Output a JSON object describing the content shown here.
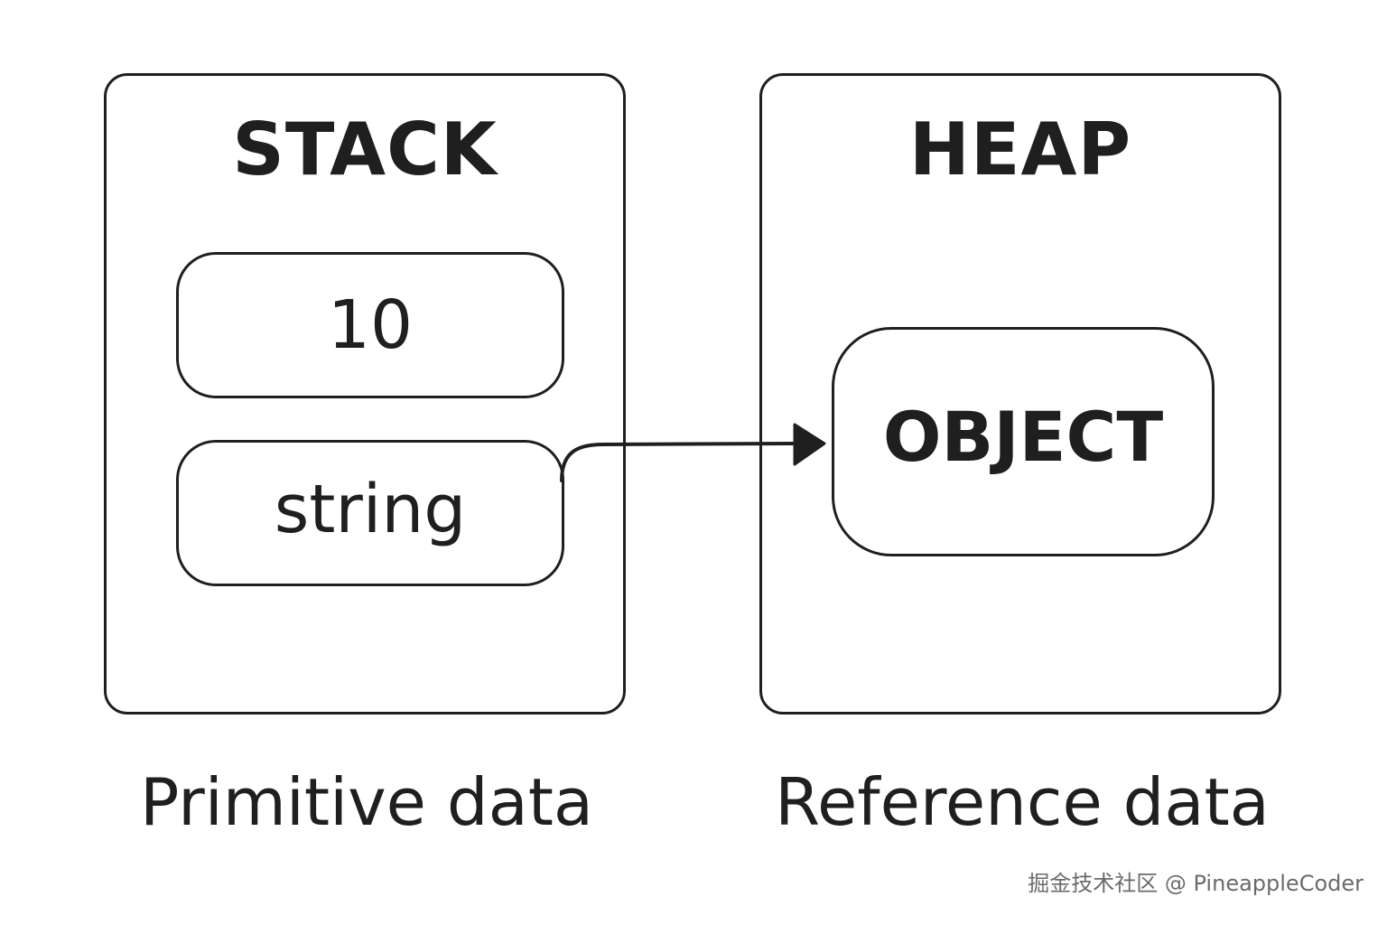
{
  "stack": {
    "title": "STACK",
    "values": {
      "number": "10",
      "string": "string"
    },
    "caption": "Primitive data"
  },
  "heap": {
    "title": "HEAP",
    "object_label": "OBJECT",
    "caption": "Reference data"
  },
  "watermark": "掘金技术社区 @ PineappleCoder",
  "colors": {
    "stroke": "#1f1f1f",
    "background": "#ffffff",
    "watermark": "#6b6b6b"
  },
  "icons": {
    "pointer": "arrow-right-icon"
  }
}
